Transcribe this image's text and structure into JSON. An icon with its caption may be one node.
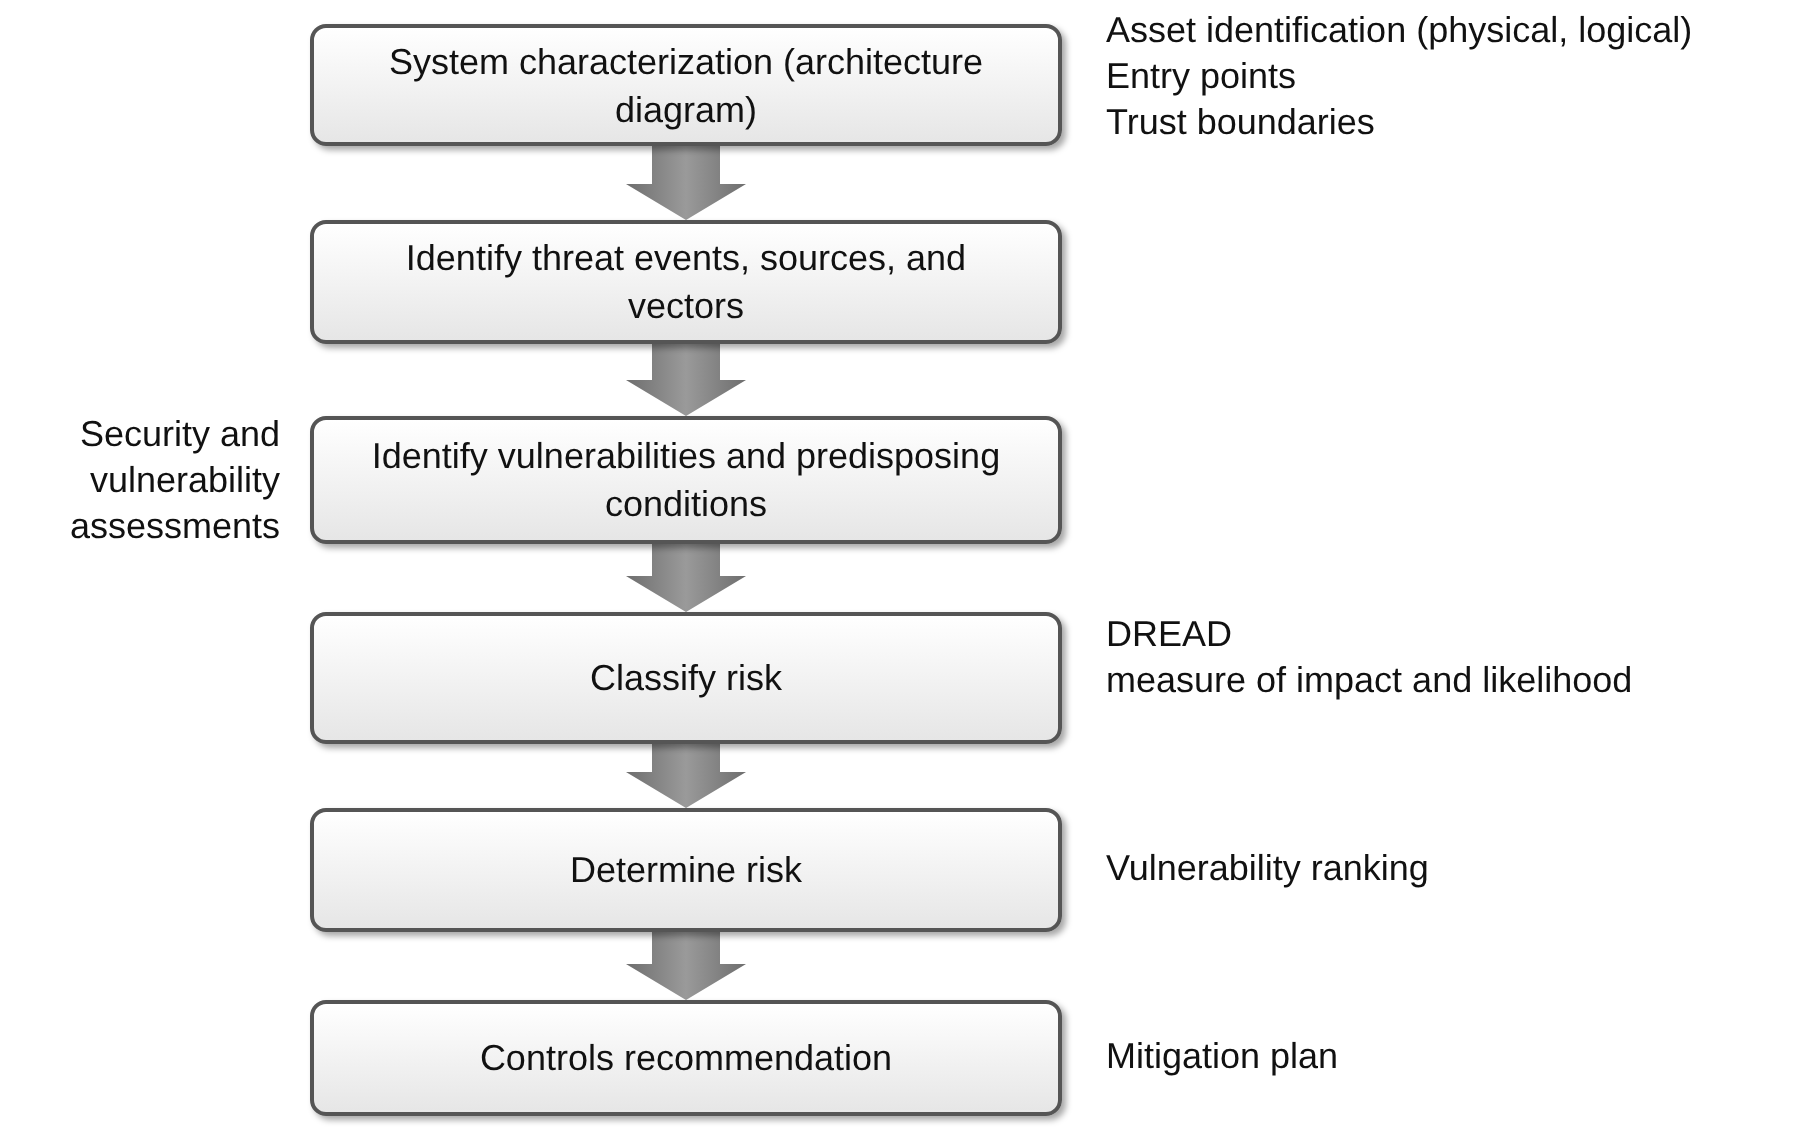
{
  "diagram": {
    "nodes": [
      {
        "text": [
          "System characterization (architecture diagram)"
        ],
        "beside": [
          "Asset identification (physical, logical)",
          "Entry points",
          "Trust boundaries"
        ]
      },
      {
        "text": [
          "Identify threat events, sources, and vectors"
        ]
      },
      {
        "text": [
          "Identify vulnerabilities and predisposing conditions"
        ],
        "beside": [
          "Security and vulnerability assessments"
        ]
      },
      {
        "text": [
          "Classify risk"
        ],
        "beside": [
          "DREAD",
          "measure of impact and likelihood"
        ]
      },
      {
        "text": [
          "Determine risk"
        ],
        "beside": [
          "Vulnerability ranking"
        ]
      },
      {
        "text": [
          "Controls recommendation"
        ],
        "beside": [
          "Mitigation plan"
        ]
      }
    ],
    "edges": [
      {
        "from": 0,
        "to": 1,
        "arrow": "to"
      },
      {
        "from": 1,
        "to": 2,
        "arrow": "to"
      },
      {
        "from": 2,
        "to": 3,
        "arrow": "to"
      },
      {
        "from": 3,
        "to": 4,
        "arrow": "to"
      },
      {
        "from": 4,
        "to": 5,
        "arrow": "to"
      }
    ]
  }
}
